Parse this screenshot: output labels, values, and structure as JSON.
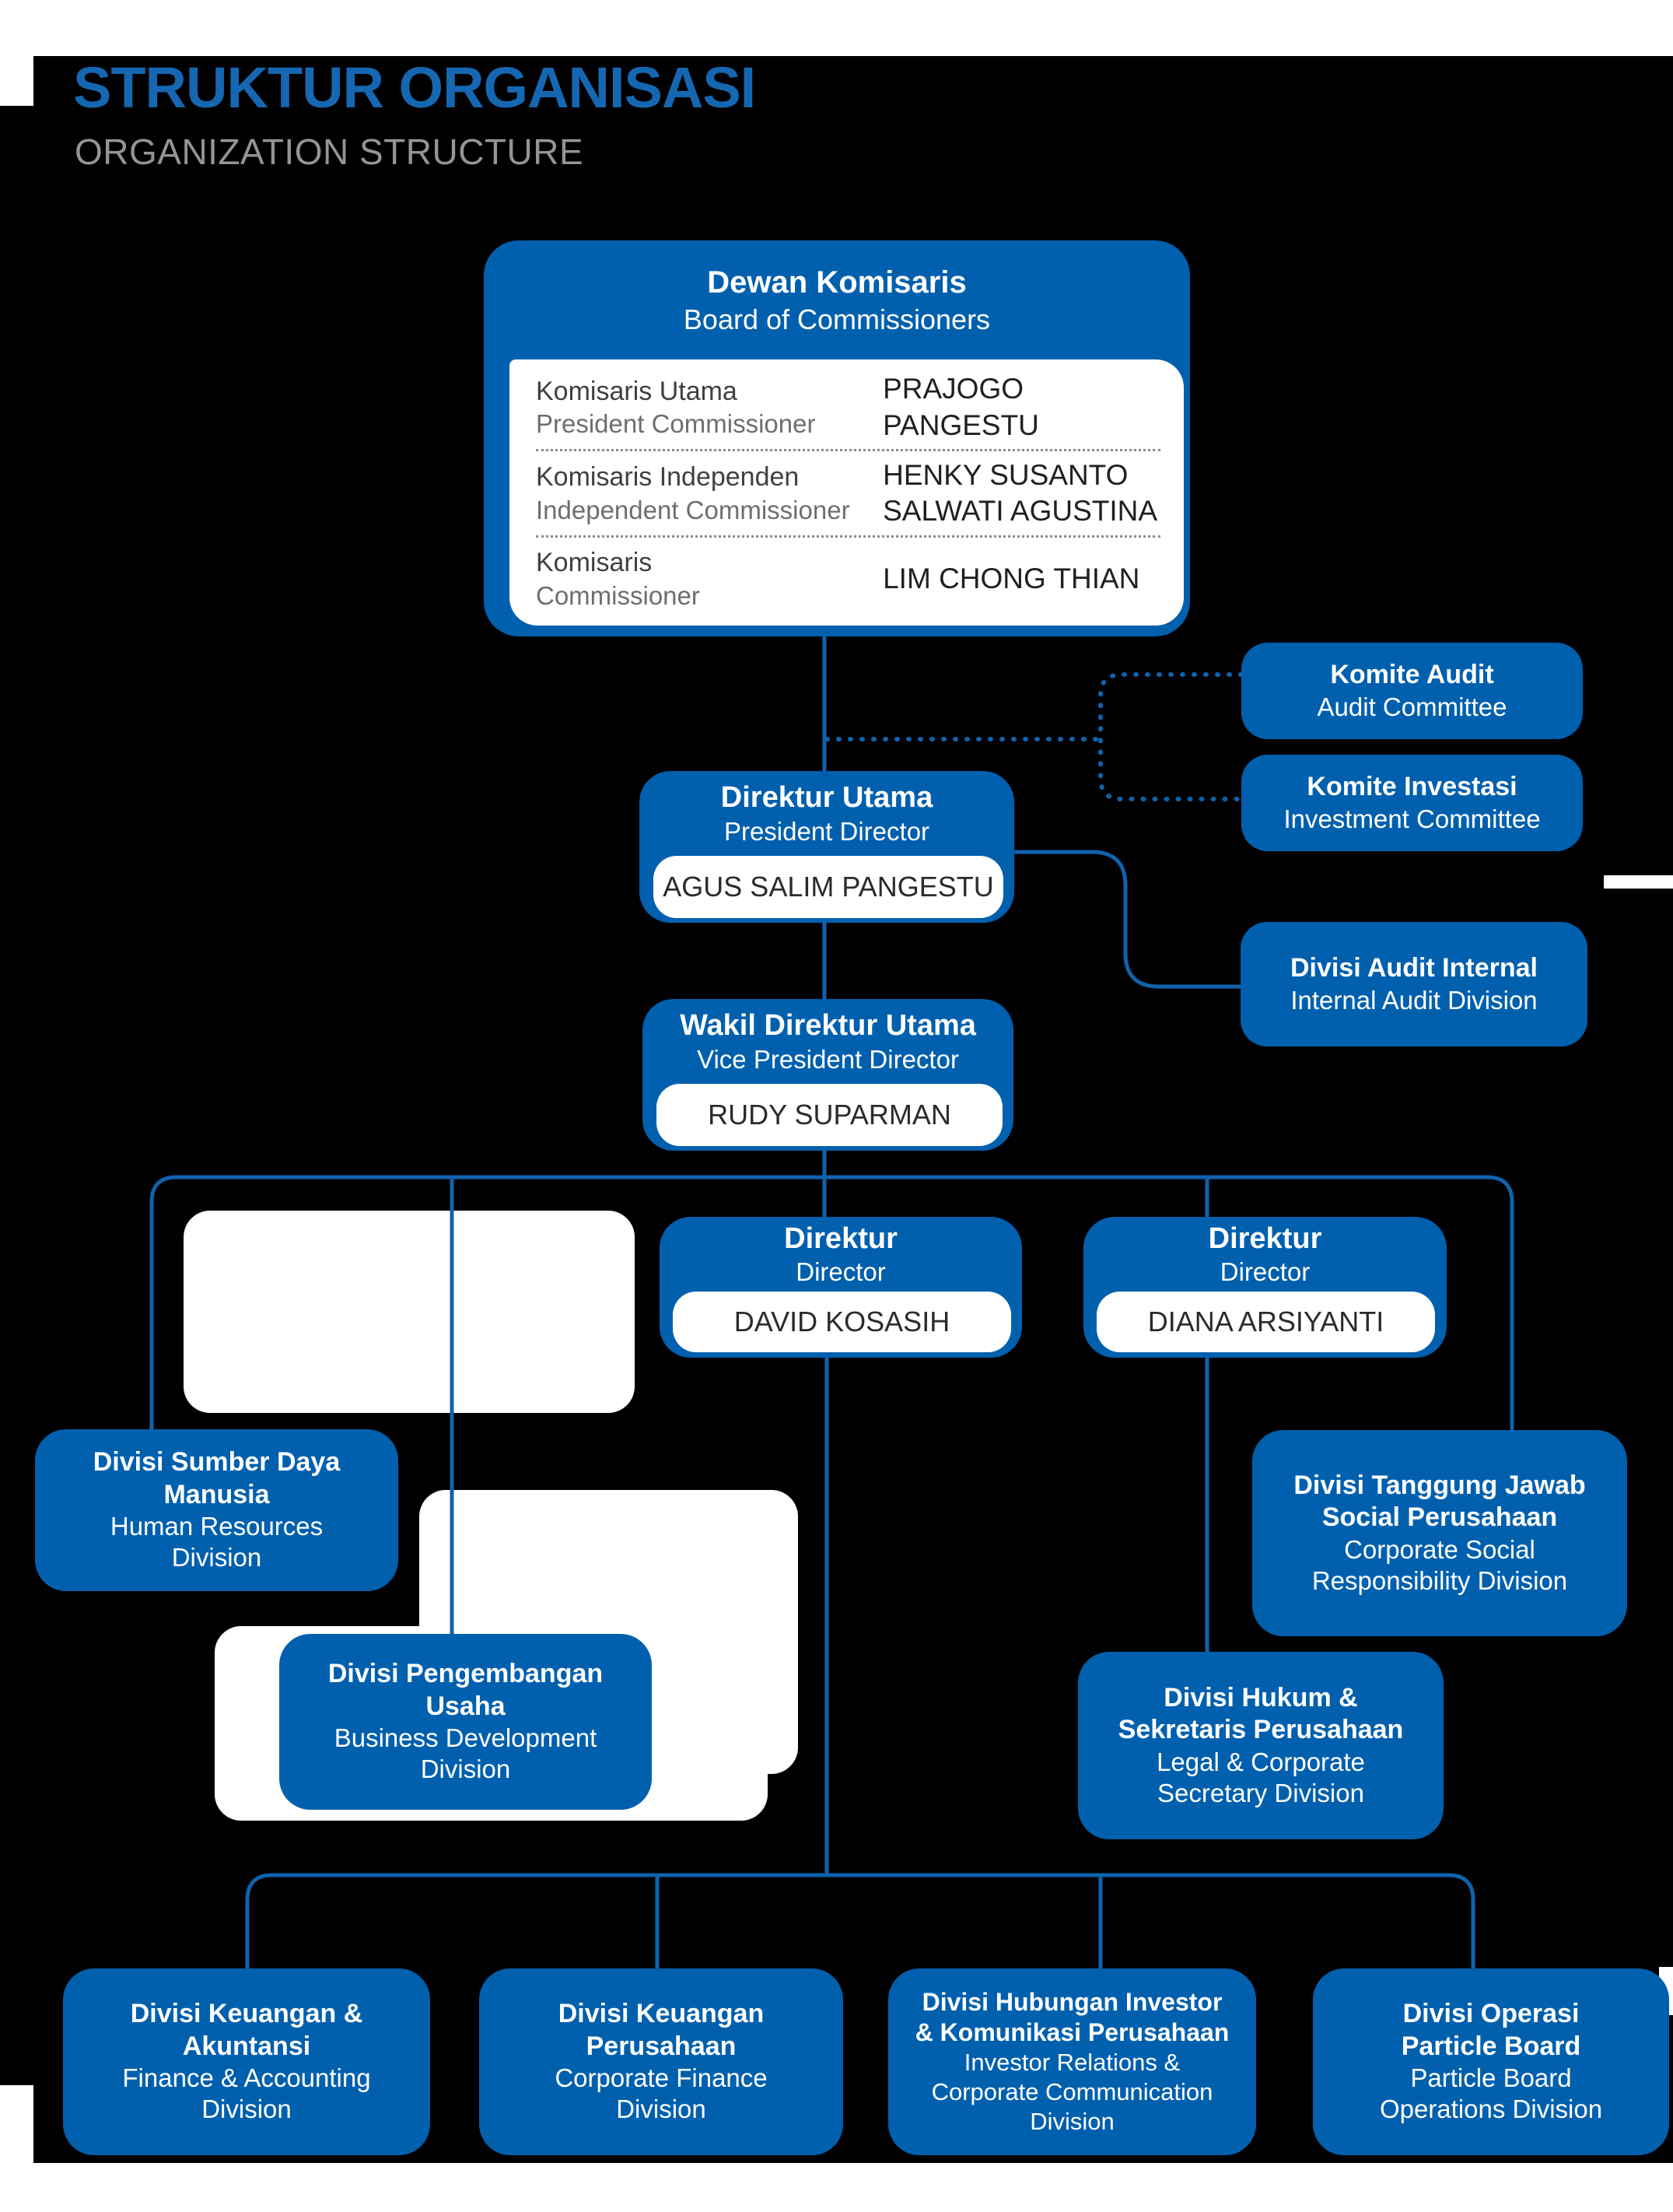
{
  "colors": {
    "node_blue": "#0060ae",
    "line_blue": "#0f63ad",
    "title_blue": "#1567b2",
    "subtitle_gray": "#939598",
    "background": "#000000",
    "patch_white": "#ffffff"
  },
  "header": {
    "title": "STRUKTUR ORGANISASI",
    "subtitle": "ORGANIZATION STRUCTURE"
  },
  "board": {
    "title_id": "Dewan Komisaris",
    "title_en": "Board of Commissioners",
    "rows": [
      {
        "role_id": "Komisaris Utama",
        "role_en": "President Commissioner",
        "names": [
          "PRAJOGO PANGESTU"
        ]
      },
      {
        "role_id": "Komisaris Independen",
        "role_en": "Independent Commissioner",
        "names": [
          "HENKY SUSANTO",
          "SALWATI AGUSTINA"
        ]
      },
      {
        "role_id": "Komisaris",
        "role_en": "Commissioner",
        "names": [
          "LIM CHONG THIAN"
        ]
      }
    ]
  },
  "nodes": {
    "direktur_utama": {
      "title_id": "Direktur Utama",
      "title_en": "President Director",
      "name": "AGUS SALIM PANGESTU"
    },
    "wakil_direktur": {
      "title_id": "Wakil Direktur Utama",
      "title_en": "Vice President Director",
      "name": "RUDY SUPARMAN"
    },
    "komite_audit": {
      "title_id": "Komite Audit",
      "title_en": "Audit Committee"
    },
    "komite_investasi": {
      "title_id": "Komite Investasi",
      "title_en": "Investment Committee"
    },
    "audit_internal": {
      "title_id": "Divisi Audit Internal",
      "title_en": "Internal Audit Division"
    },
    "direktur_1": {
      "title_id": "Direktur",
      "title_en": "Director",
      "name": "DAVID KOSASIH"
    },
    "direktur_2": {
      "title_id": "Direktur",
      "title_en": "Director",
      "name": "DIANA ARSIYANTI"
    },
    "sdm": {
      "bold": [
        "Divisi Sumber Daya",
        "Manusia"
      ],
      "reg": [
        "Human Resources",
        "Division"
      ]
    },
    "tanggung_jawab": {
      "bold": [
        "Divisi Tanggung Jawab",
        "Social Perusahaan"
      ],
      "reg": [
        "Corporate Social",
        "Responsibility Division"
      ]
    },
    "pengembangan": {
      "bold": [
        "Divisi Pengembangan",
        "Usaha"
      ],
      "reg": [
        "Business Development",
        "Division"
      ]
    },
    "hukum": {
      "bold": [
        "Divisi Hukum &",
        "Sekretaris Perusahaan"
      ],
      "reg": [
        "Legal & Corporate",
        "Secretary Division"
      ]
    },
    "keuangan_akuntansi": {
      "bold": [
        "Divisi Keuangan &",
        "Akuntansi"
      ],
      "reg": [
        "Finance & Accounting",
        "Division"
      ]
    },
    "keuangan_perusahaan": {
      "bold": [
        "Divisi Keuangan",
        "Perusahaan"
      ],
      "reg": [
        "Corporate Finance",
        "Division"
      ]
    },
    "hubungan_investor": {
      "bold": [
        "Divisi Hubungan Investor",
        "& Komunikasi Perusahaan"
      ],
      "reg": [
        "Investor Relations &",
        "Corporate Communication",
        "Division"
      ]
    },
    "operasi_particle": {
      "bold": [
        "Divisi Operasi",
        "Particle Board"
      ],
      "reg": [
        "Particle Board",
        "Operations Division"
      ]
    }
  }
}
